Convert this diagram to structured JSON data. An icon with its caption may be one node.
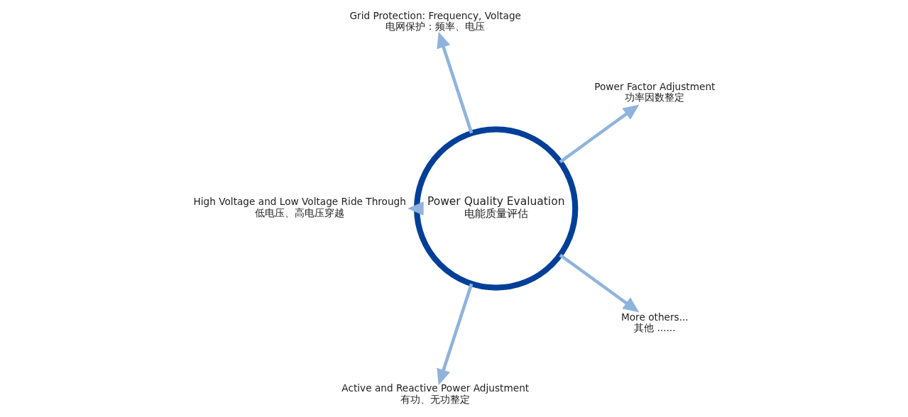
{
  "diagram": {
    "nodes": [
      {
        "text": [
          "Power Quality Evaluation",
          "电能质量评估"
        ]
      },
      {
        "text": [
          "Power Factor Adjustment",
          "功率因数整定"
        ]
      },
      {
        "text": [
          "Grid Protection: Frequency, Voltage",
          "电网保护：频率、电压"
        ]
      },
      {
        "text": [
          "High Voltage and Low Voltage Ride Through",
          "低电压、高电压穿越"
        ]
      },
      {
        "text": [
          "Active and Reactive Power Adjustment",
          "有功、无功整定"
        ]
      },
      {
        "text": [
          "More others...",
          "其他 ......"
        ]
      }
    ],
    "edges": [
      {
        "from": 0,
        "to": 1,
        "arrow": "to"
      },
      {
        "from": 0,
        "to": 2,
        "arrow": "to"
      },
      {
        "from": 0,
        "to": 4,
        "arrow": "to"
      },
      {
        "from": 0,
        "to": 5,
        "arrow": "to"
      },
      {
        "from": 0,
        "to": 3,
        "arrow": "to"
      }
    ]
  }
}
